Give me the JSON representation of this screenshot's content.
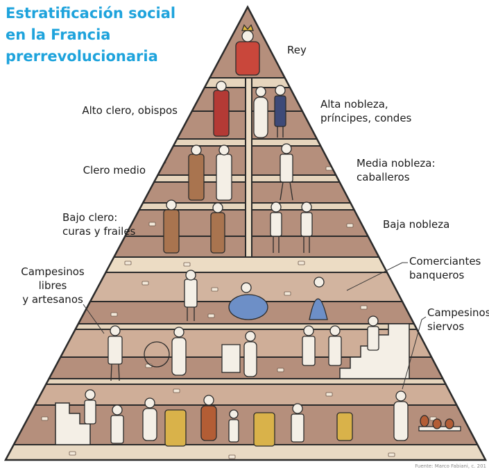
{
  "title": {
    "line1": "Estratificación social",
    "line2": "en la Francia",
    "line3": "prerrevolucionaria"
  },
  "labels": {
    "rey": "Rey",
    "alto_clero": "Alto clero, obispos",
    "alta_nobleza_1": "Alta nobleza,",
    "alta_nobleza_2": "príncipes, condes",
    "clero_medio": "Clero medio",
    "media_nobleza_1": "Media nobleza:",
    "media_nobleza_2": "caballeros",
    "bajo_clero_1": "Bajo clero:",
    "bajo_clero_2": "curas y frailes",
    "baja_nobleza": "Baja nobleza",
    "campesinos_libres_1": "Campesinos",
    "campesinos_libres_2": "libres",
    "campesinos_libres_3": "y artesanos",
    "comerciantes_1": "Comerciantes",
    "comerciantes_2": "banqueros",
    "siervos_1": "Campesinos",
    "siervos_2": "siervos"
  },
  "credit": "Fuente: Marco Fabiani, c. 201",
  "colors": {
    "title": "#1ea3dc",
    "stone": "#b58f7c",
    "stone_light": "#e8d8c0",
    "outline": "#2a2a2a",
    "figure_fill": "#f4efe6"
  }
}
